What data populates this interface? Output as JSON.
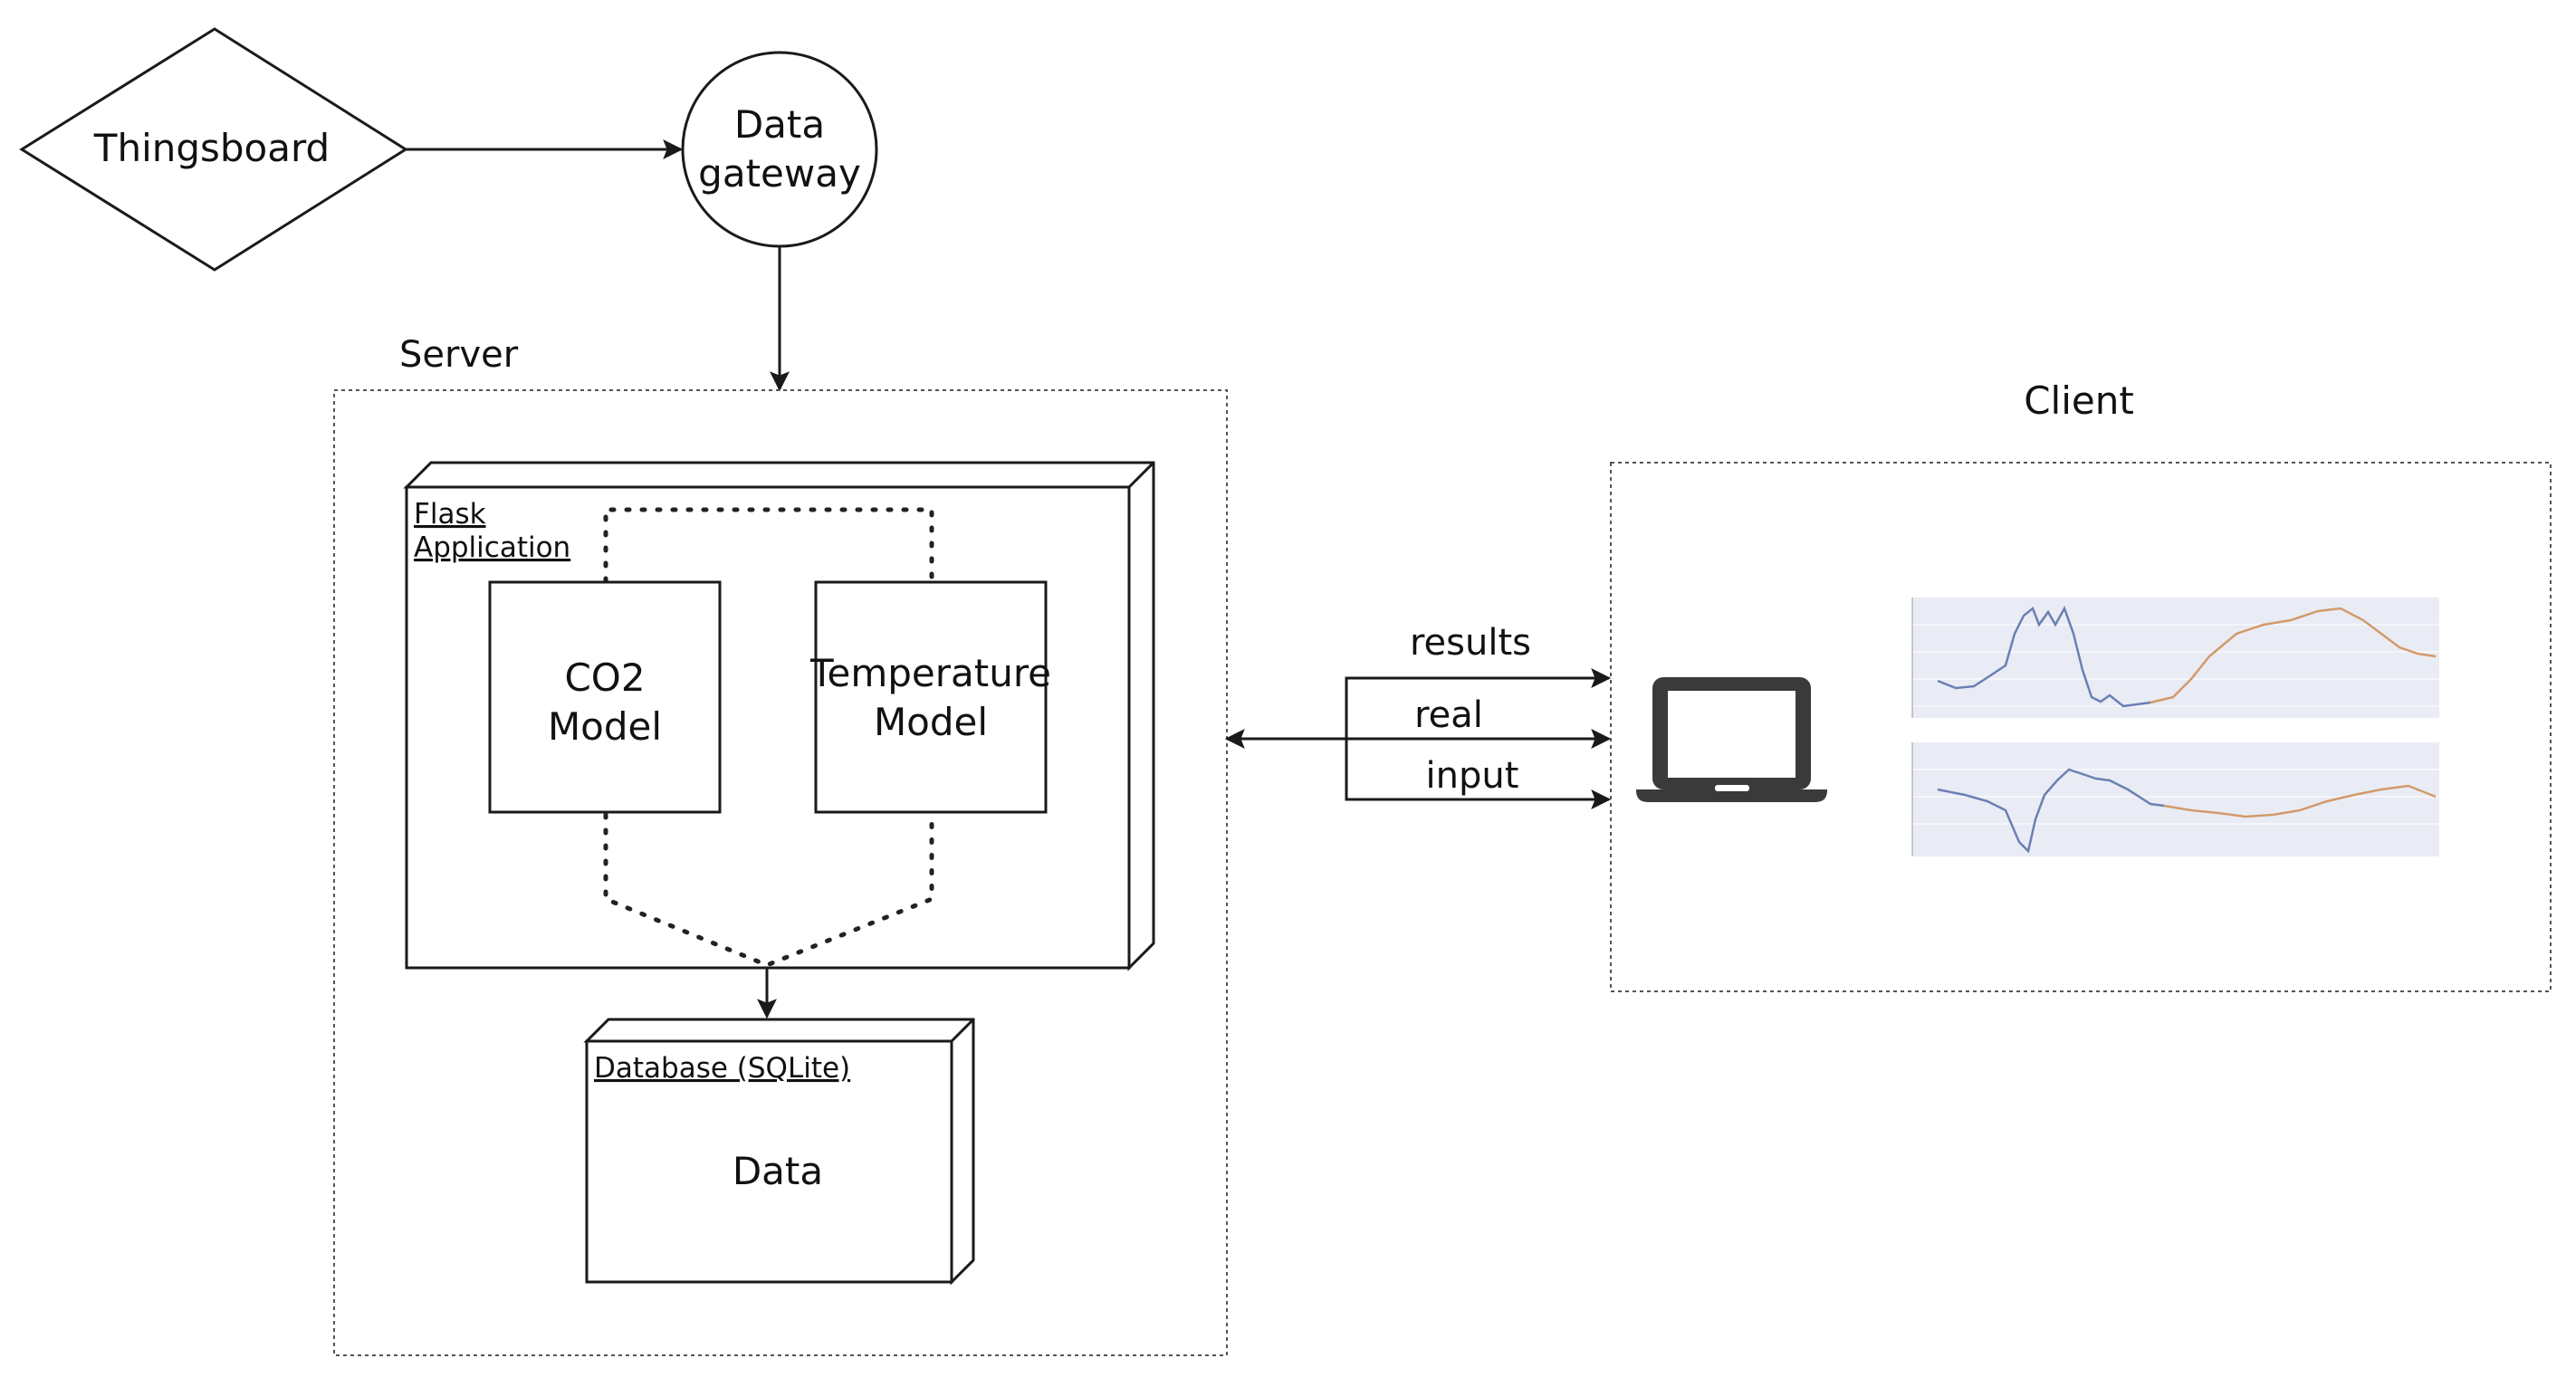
{
  "nodes": {
    "thingsboard": "Thingsboard",
    "gateway": [
      "Data",
      "gateway"
    ],
    "server": "Server",
    "client": "Client",
    "flask": [
      "Flask",
      "Application"
    ],
    "co2": [
      "CO2",
      "Model"
    ],
    "temperature": [
      "Temperature",
      "Model"
    ],
    "database_title": "Database (SQLite)",
    "database_body": "Data"
  },
  "edges": {
    "results": "results",
    "real": "real",
    "input": "input"
  },
  "colors": {
    "stroke": "#1a1a1a",
    "laptop": "#3a3a3a",
    "series_observed": "#6b7fb3",
    "series_predicted": "#d39a6a",
    "plot_background": "#e9ecf5"
  },
  "icons": {
    "client_device": "laptop-icon"
  }
}
